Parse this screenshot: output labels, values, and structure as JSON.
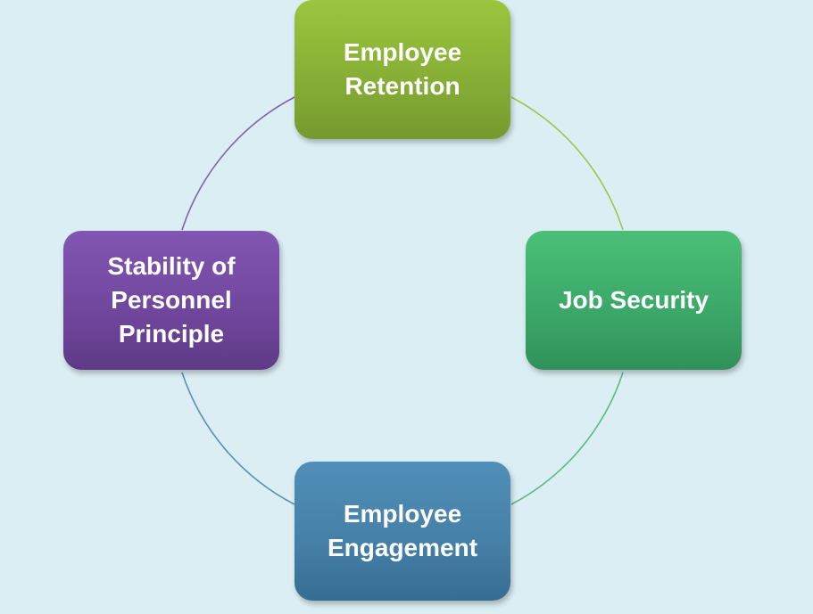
{
  "diagram": {
    "nodes": [
      {
        "id": "top",
        "label": "Employee\nRetention",
        "color": "#8cb63a"
      },
      {
        "id": "right",
        "label": "Job Security",
        "color": "#41b06d"
      },
      {
        "id": "bottom",
        "label": "Employee\nEngagement",
        "color": "#4a88b0"
      },
      {
        "id": "left",
        "label": "Stability of\nPersonnel\nPrinciple",
        "color": "#7750a8"
      }
    ],
    "connector_colors": {
      "top_right": "#9cc74d",
      "right_bottom": "#5dba7e",
      "bottom_left": "#5a8fb8",
      "left_top": "#8162ad"
    },
    "background": "#dbeef3"
  }
}
